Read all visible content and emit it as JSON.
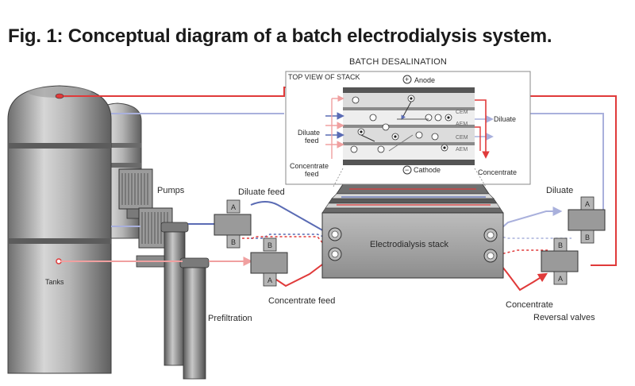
{
  "figure": {
    "title": "Fig. 1: Conceptual diagram of a batch electrodialysis system."
  },
  "inset": {
    "heading": "BATCH DESALINATION",
    "box_label": "TOP VIEW OF STACK",
    "anode": "Anode",
    "cathode": "Cathode",
    "membrane_cem_1": "CEM",
    "membrane_aem_1": "AEM",
    "membrane_cem_2": "CEM",
    "membrane_aem_2": "AEM",
    "diluate_feed_line1": "Diluate",
    "diluate_feed_line2": "feed",
    "concentrate_feed_line1": "Concentrate",
    "concentrate_feed_line2": "feed",
    "diluate_out": "Diluate",
    "concentrate_out": "Concentrate"
  },
  "labels": {
    "pumps": "Pumps",
    "tanks": "Tanks",
    "prefiltration": "Prefiltration",
    "diluate_feed": "Diluate feed",
    "concentrate_feed": "Concentrate feed",
    "stack": "Electrodialysis stack",
    "diluate": "Diluate",
    "concentrate": "Concentrate",
    "reversal_valves": "Reversal valves"
  },
  "valve_ports": {
    "a": "A",
    "b": "B"
  },
  "colors": {
    "diluate": "#5a6bb4",
    "diluate_light": "#a9b0dc",
    "concentrate": "#e03a3a",
    "concentrate_light": "#f0a0a0",
    "metal": "#8a8a8a",
    "metal_dark": "#555555"
  }
}
